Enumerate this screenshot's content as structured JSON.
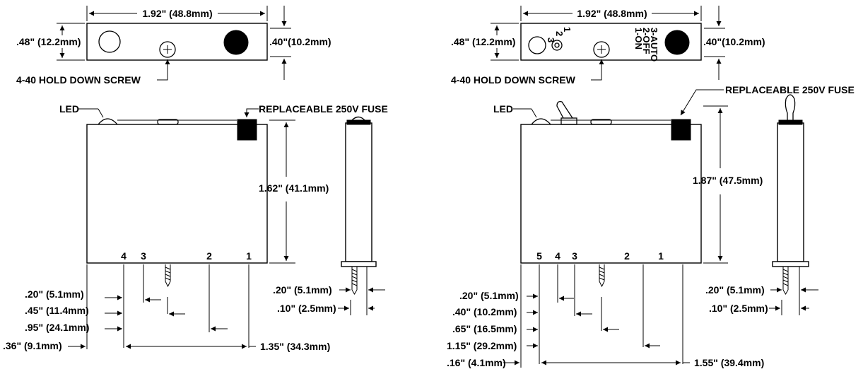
{
  "left": {
    "width_dim": "1.92\" (48.8mm)",
    "top_height_outer": ".48\" (12.2mm)",
    "top_height_inner": ".40\"(10.2mm)",
    "screw_label": "4-40 HOLD DOWN SCREW",
    "led_label": "LED",
    "fuse_label": "REPLACEABLE  250V FUSE",
    "height_dim": "1.62\" (41.1mm)",
    "pins": [
      "4",
      "3",
      "2",
      "1"
    ],
    "pin_dims": [
      ".20\" (5.1mm)",
      ".45\" (11.4mm)",
      ".95\" (24.1mm)",
      ".36\" (9.1mm)"
    ],
    "span_dim": "1.35\" (34.3mm)",
    "side_dims": [
      ".20\" (5.1mm)",
      ".10\" (2.5mm)"
    ]
  },
  "right": {
    "width_dim": "1.92\" (48.8mm)",
    "top_height_outer": ".48\" (12.2mm)",
    "top_height_inner": ".40\"(10.2mm)",
    "screw_label": "4-40 HOLD DOWN SCREW",
    "led_label": "LED",
    "fuse_label": "REPLACEABLE  250V FUSE",
    "height_dim": "1.87\" (47.5mm)",
    "switch_positions": [
      "1",
      "2",
      "3"
    ],
    "switch_modes": [
      "1-ON",
      "2-OFF",
      "3-AUTO"
    ],
    "pins": [
      "5",
      "4",
      "3",
      "2",
      "1"
    ],
    "pin_dims": [
      ".20\" (5.1mm)",
      ".40\" (10.2mm)",
      ".65\" (16.5mm)",
      "1.15\" (29.2mm)",
      ".16\" (4.1mm)"
    ],
    "span_dim": "1.55\" (39.4mm)",
    "side_dims": [
      ".20\" (5.1mm)",
      ".10\" (2.5mm)"
    ]
  }
}
